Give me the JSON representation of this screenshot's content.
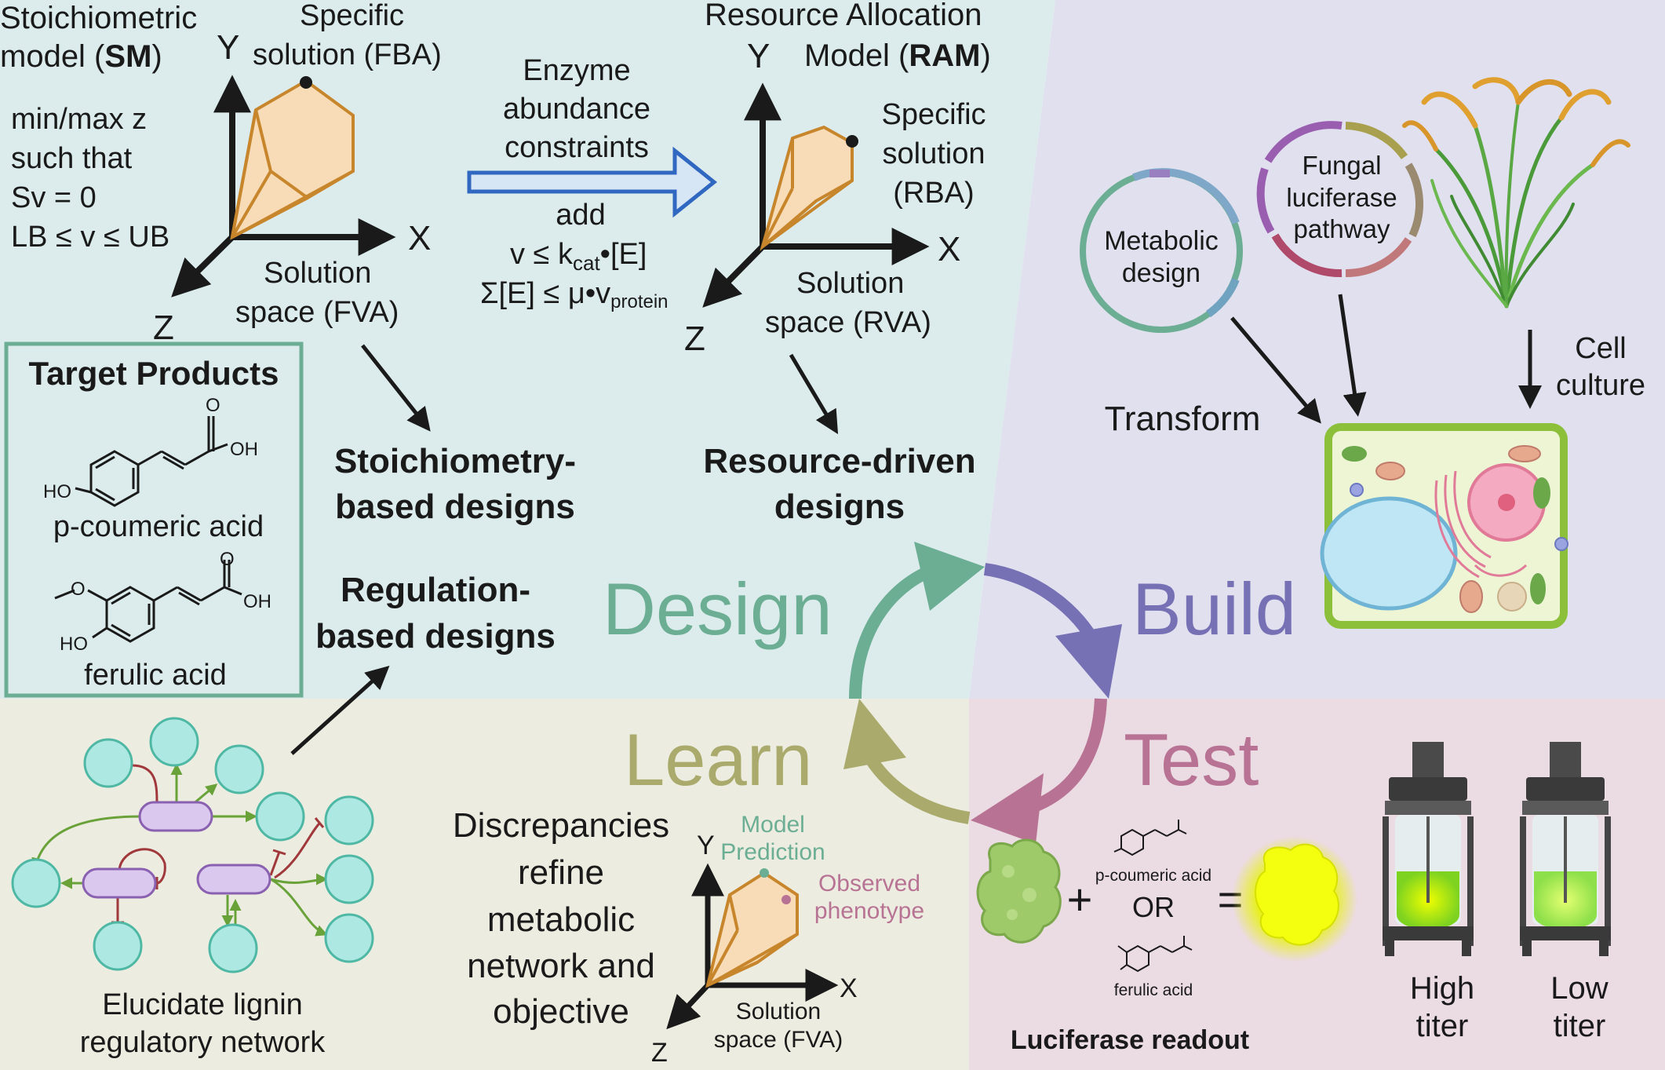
{
  "colors": {
    "design_bg": "#dcecec",
    "build_bg": "#e1e0ee",
    "learn_bg": "#ecede0",
    "test_bg": "#ebdbe3",
    "design": "#6cae94",
    "build": "#7670b4",
    "test": "#b87394",
    "learn": "#a9aa6b",
    "polytope_stroke": "#c8862c",
    "polytope_fill": "#f8dcb8"
  },
  "cycle": {
    "design": "Design",
    "build": "Build",
    "test": "Test",
    "learn": "Learn"
  },
  "sm": {
    "title_line1": "Stoichiometric",
    "title_line2_pre": "model (",
    "title_line2_bold": "SM",
    "title_line2_post": ")",
    "eq1": "min/max z",
    "eq2": "such that",
    "eq3": "Sv = 0",
    "eq4": "LB ≤ v ≤ UB",
    "specific_line1": "Specific",
    "specific_line2": "solution (FBA)",
    "space_line1": "Solution",
    "space_line2": "space (FVA)",
    "axis_x": "X",
    "axis_y": "Y",
    "axis_z": "Z"
  },
  "ram": {
    "title_line1": "Resource Allocation",
    "title_line2_pre": "Model (",
    "title_line2_bold": "RAM",
    "title_line2_post": ")",
    "specific_line1": "Specific",
    "specific_line2": "solution",
    "specific_line3": "(RBA)",
    "space_line1": "Solution",
    "space_line2": "space (RVA)",
    "axis_x": "X",
    "axis_y": "Y",
    "axis_z": "Z"
  },
  "enzyme": {
    "line1": "Enzyme",
    "line2": "abundance",
    "line3": "constraints",
    "add": "add",
    "c1_a": "v ≤ k",
    "c1_sub": "cat",
    "c1_b": "•[E]",
    "c2_a": "Σ[E] ≤ μ•v",
    "c2_sub": "protein"
  },
  "target": {
    "title": "Target Products",
    "p1_name": "p-coumeric acid",
    "p2_name": "ferulic acid",
    "atom_O": "O",
    "atom_OH": "OH",
    "atom_HO": "HO"
  },
  "designs": {
    "stoich_line1": "Stoichiometry-",
    "stoich_line2": "based designs",
    "resource_line1": "Resource-driven",
    "resource_line2": "designs",
    "reg_line1": "Regulation-",
    "reg_line2": "based designs"
  },
  "build": {
    "metabolic_line1": "Metabolic",
    "metabolic_line2": "design",
    "fungal_line1": "Fungal",
    "fungal_line2": "luciferase",
    "fungal_line3": "pathway",
    "transform": "Transform",
    "culture_line1": "Cell",
    "culture_line2": "culture"
  },
  "test": {
    "p1_label": "p-coumeric acid",
    "or": "OR",
    "p2_label": "ferulic acid",
    "plus": "+",
    "equals": "=",
    "readout": "Luciferase readout",
    "high_line1": "High",
    "high_line2": "titer",
    "low_line1": "Low",
    "low_line2": "titer"
  },
  "learn": {
    "disc1": "Discrepancies",
    "disc2": "refine",
    "disc3": "metabolic",
    "disc4": "network and",
    "disc5": "objective",
    "model_line1": "Model",
    "model_line2": "Prediction",
    "obs_line1": "Observed",
    "obs_line2": "phenotype",
    "space_line1": "Solution",
    "space_line2": "space (FVA)",
    "axis_x": "X",
    "axis_y": "Y",
    "axis_z": "Z",
    "lignin_line1": "Elucidate lignin",
    "lignin_line2": "regulatory network"
  }
}
